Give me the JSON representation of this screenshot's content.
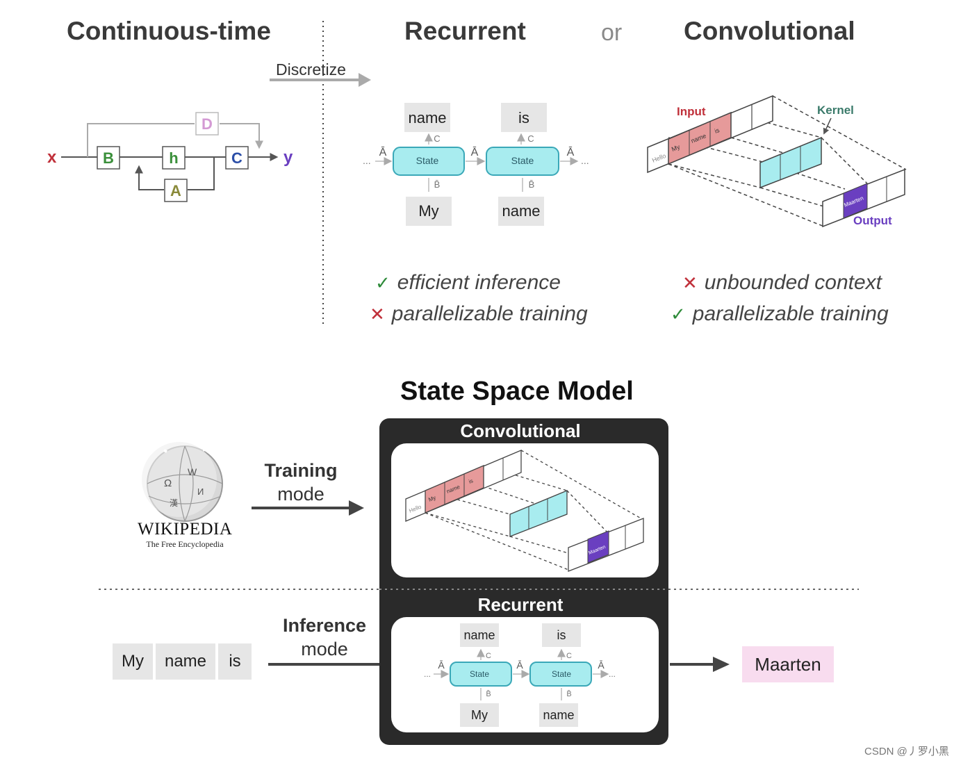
{
  "top": {
    "continuous_title": "Continuous-time",
    "recurrent_title": "Recurrent",
    "or_label": "or",
    "convolutional_title": "Convolutional",
    "discretize_label": "Discretize"
  },
  "continuous_diagram": {
    "input": "x",
    "output": "y",
    "B": "B",
    "h": "h",
    "C": "C",
    "A": "A",
    "D": "D",
    "colors": {
      "x": "#c0303a",
      "y": "#6a3fc0",
      "B": "#3a8f3a",
      "h": "#3a8f3a",
      "C": "#2c4fa8",
      "A": "#8a8a3a",
      "D": "#d49ad4"
    }
  },
  "recurrent_diagram": {
    "outputs": [
      "name",
      "is"
    ],
    "inputs": [
      "My",
      "name"
    ],
    "state_label": "State",
    "a_label": "Ā",
    "b_label": "B̄",
    "c_label": "C",
    "ellipsis": "..."
  },
  "conv_diagram": {
    "input_label": "Input",
    "kernel_label": "Kernel",
    "output_label": "Output",
    "tokens": [
      "Hello",
      "My",
      "name",
      "is"
    ],
    "output_token": "Maarten",
    "colors": {
      "input": "#c0303a",
      "kernel": "#3a7a6a",
      "output": "#6a3fc0",
      "input_fill": "#e69a9a",
      "kernel_fill": "#a8ecef",
      "output_fill": "#6a3fc0"
    }
  },
  "pros_cons": {
    "recurrent": [
      {
        "mark": "check",
        "text": "efficient inference"
      },
      {
        "mark": "cross",
        "text": "parallelizable training"
      }
    ],
    "convolutional": [
      {
        "mark": "cross",
        "text": "unbounded context"
      },
      {
        "mark": "check",
        "text": "parallelizable training"
      }
    ]
  },
  "ssm": {
    "title": "State Space Model",
    "conv_header": "Convolutional",
    "rec_header": "Recurrent",
    "training_bold": "Training",
    "training_mode": "mode",
    "inference_bold": "Inference",
    "inference_mode": "mode",
    "input_tokens": [
      "My",
      "name",
      "is"
    ],
    "output_token": "Maarten",
    "output_color": "#f8dcef"
  },
  "wikipedia": {
    "name": "WIKIPEDIA",
    "tagline": "The Free Encyclopedia",
    "globe_glyphs": [
      "Ω",
      "W",
      "И",
      "漢"
    ]
  },
  "watermark": "CSDN @丿罗小黑"
}
